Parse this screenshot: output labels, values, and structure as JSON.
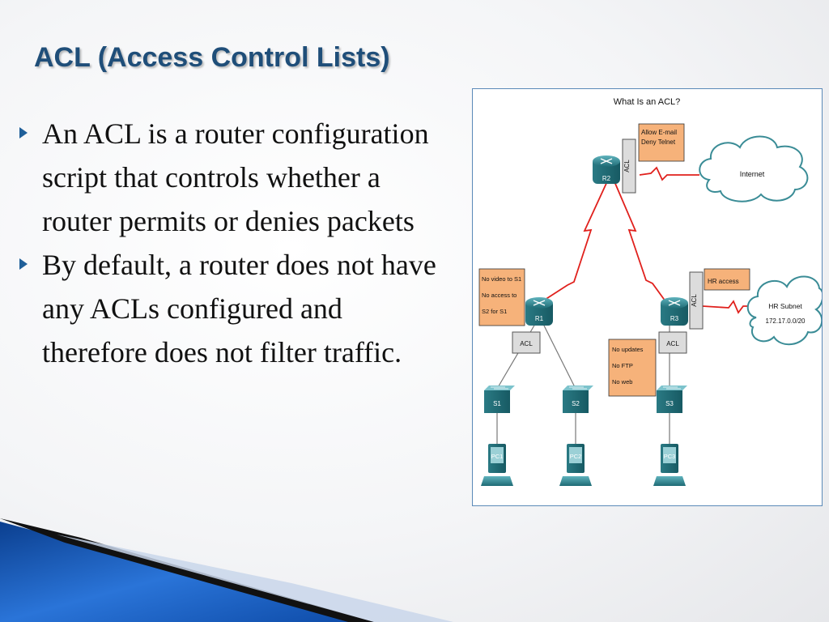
{
  "slide": {
    "title": "ACL (Access Control Lists)",
    "bullets": [
      "An ACL is a router configuration script that controls whether a router permits or denies packets",
      "By default, a router does not have any ACLs configured and therefore does not filter traffic."
    ]
  },
  "figure": {
    "title": "What Is an ACL?",
    "routers": {
      "r2": "R2",
      "r1": "R1",
      "r3": "R3"
    },
    "acl_label": "ACL",
    "clouds": {
      "internet": "Internet",
      "hr_subnet": "HR Subnet",
      "hr_subnet_addr": "172.17.0.0/20"
    },
    "notes": {
      "r2": [
        "Allow E-mail",
        "Deny Telnet"
      ],
      "r1": [
        "No video to S1",
        "No access to",
        "S2 for S1"
      ],
      "r3_top": "HR access",
      "r3_mid": [
        "No updates",
        "No FTP",
        "No web"
      ]
    },
    "switches": {
      "s1": "S1",
      "s2": "S2",
      "s3": "S3"
    },
    "pcs": {
      "pc1": "PC1",
      "pc2": "PC2",
      "pc3": "PC3"
    },
    "colors": {
      "note_fill": "#f6b27a",
      "link": "#e0201c",
      "device": "#2d7f89"
    }
  }
}
